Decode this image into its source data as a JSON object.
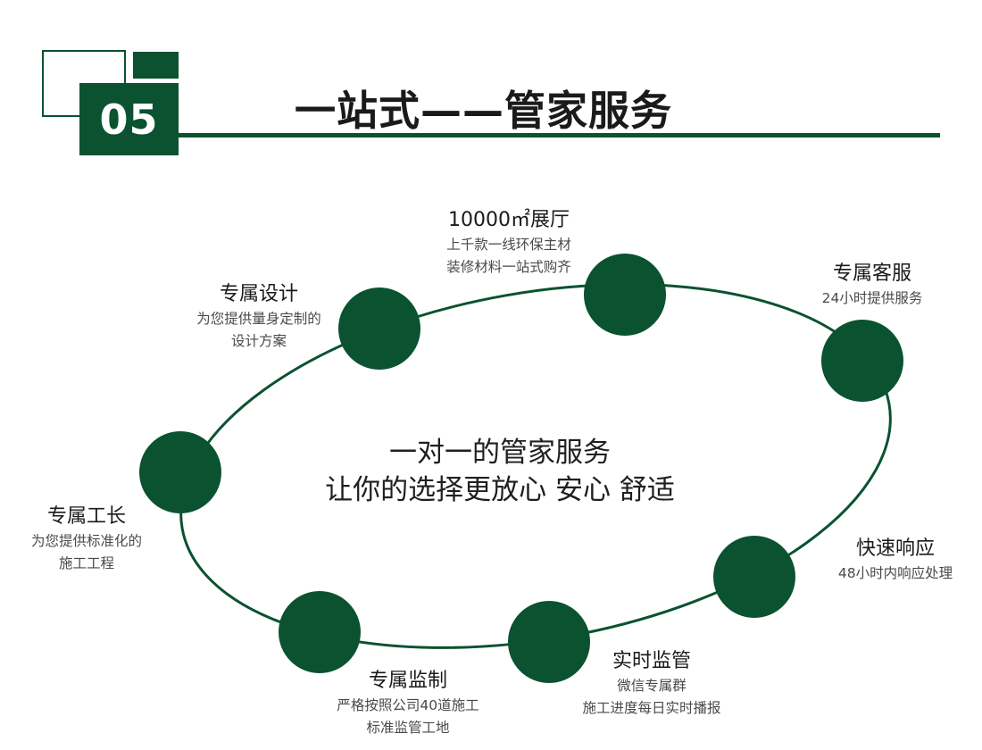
{
  "header": {
    "number": "05",
    "title": "一站式——管家服务"
  },
  "center": {
    "line1": "一对一的管家服务",
    "line2": "让你的选择更放心 安心 舒适"
  },
  "colors": {
    "accent": "#0a5230",
    "text": "#1a1a1a",
    "desc": "#4a4a4a"
  },
  "nodes": [
    {
      "title": "10000㎡展厅",
      "desc": [
        "上千款一线环保主材",
        "装修材料一站式购齐"
      ]
    },
    {
      "title": "专属客服",
      "desc": [
        "24小时提供服务"
      ]
    },
    {
      "title": "快速响应",
      "desc": [
        "48小时内响应处理"
      ]
    },
    {
      "title": "实时监管",
      "desc": [
        "微信专属群",
        "施工进度每日实时播报"
      ]
    },
    {
      "title": "专属监制",
      "desc": [
        "严格按照公司40道施工",
        "标准监管工地"
      ]
    },
    {
      "title": "专属工长",
      "desc": [
        "为您提供标准化的",
        "施工工程"
      ]
    },
    {
      "title": "专属设计",
      "desc": [
        "为您提供量身定制的",
        "设计方案"
      ]
    }
  ]
}
